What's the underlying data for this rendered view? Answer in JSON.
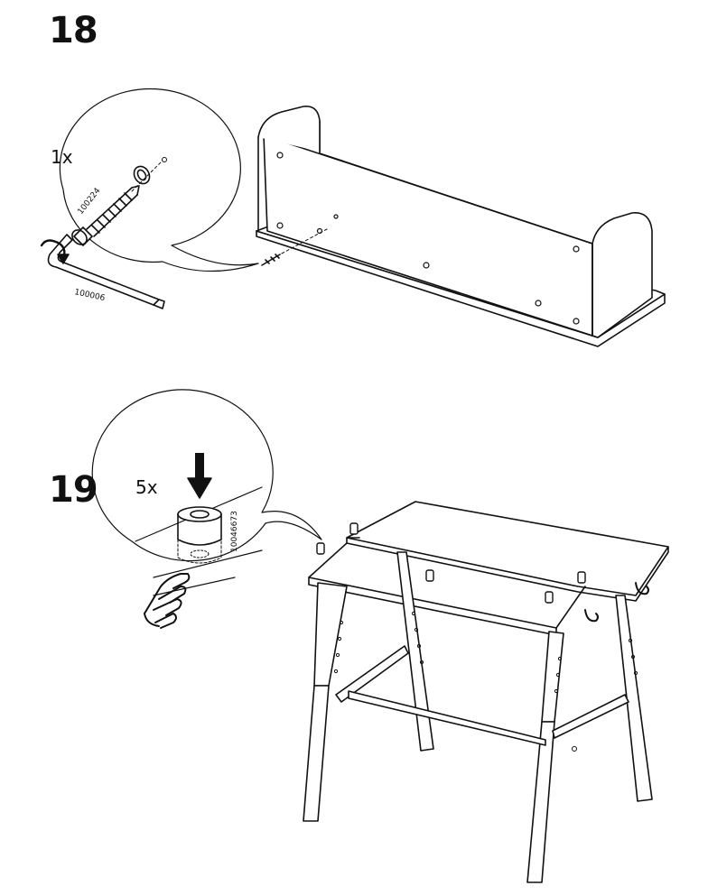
{
  "steps": [
    {
      "number": "18",
      "callout": {
        "quantity": "1x",
        "part_label": "100224",
        "tool_label": "100006"
      }
    },
    {
      "number": "19",
      "callout": {
        "quantity": "5x",
        "part_label": "10046673"
      }
    }
  ],
  "icons": {
    "step18_callout": [
      "screw-icon",
      "allen-key-icon",
      "rotation-arrow-icon"
    ],
    "step19_callout": [
      "push-down-arrow-icon",
      "cap-insert-icon",
      "pressing-hand-icon"
    ]
  }
}
